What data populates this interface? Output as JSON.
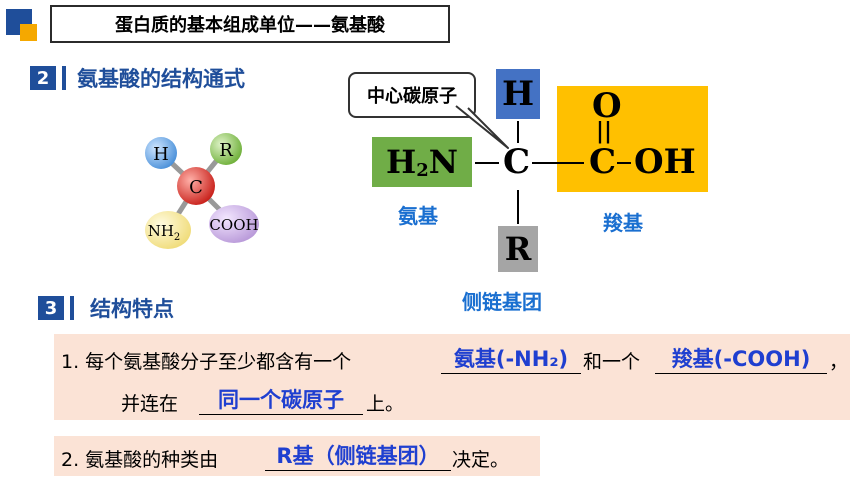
{
  "header": {
    "title": "蛋白质的基本组成单位——氨基酸"
  },
  "section2": {
    "num": "2",
    "title": "氨基酸的结构通式"
  },
  "section3": {
    "num": "3",
    "title": "结构特点"
  },
  "ball_model": {
    "h": "H",
    "r": "R",
    "c": "C",
    "nh2": "NH",
    "nh2_sub": "2",
    "cooh": "COOH"
  },
  "formula": {
    "callout": "中心碳原子",
    "h_top": "H",
    "h2n_h": "H",
    "h2n_sub": "2",
    "h2n_n": "N",
    "c_center": "C",
    "o_top": "O",
    "double_bond": "||",
    "c_carbonyl": "C",
    "oh": "OH",
    "r_bottom": "R",
    "label_amino": "氨基",
    "label_carboxyl": "羧基",
    "label_side_chain": "侧链基团"
  },
  "features": {
    "line1_prefix": "1. 每个氨基酸分子至少都含有一个",
    "blank1": "氨基(-NH₂)",
    "line1_mid": "和一个",
    "blank2": "羧基(-COOH)",
    "line1_suffix": "，",
    "line2_prefix": "并连在",
    "blank3": "同一个碳原子",
    "line2_suffix": "上。",
    "line3_prefix": "2. 氨基酸的种类由",
    "blank4": "R基（侧链基团）",
    "line3_suffix": "决定。"
  },
  "colors": {
    "brand_blue": "#1f4e9a",
    "h_box": "#4472c4",
    "amino_box": "#70ad47",
    "carboxyl_box": "#ffc000",
    "r_box": "#a5a5a5",
    "label_blue": "#1a6fd0",
    "answer_blue": "#1f3fd0",
    "panel_pink": "#fbe3d6"
  }
}
